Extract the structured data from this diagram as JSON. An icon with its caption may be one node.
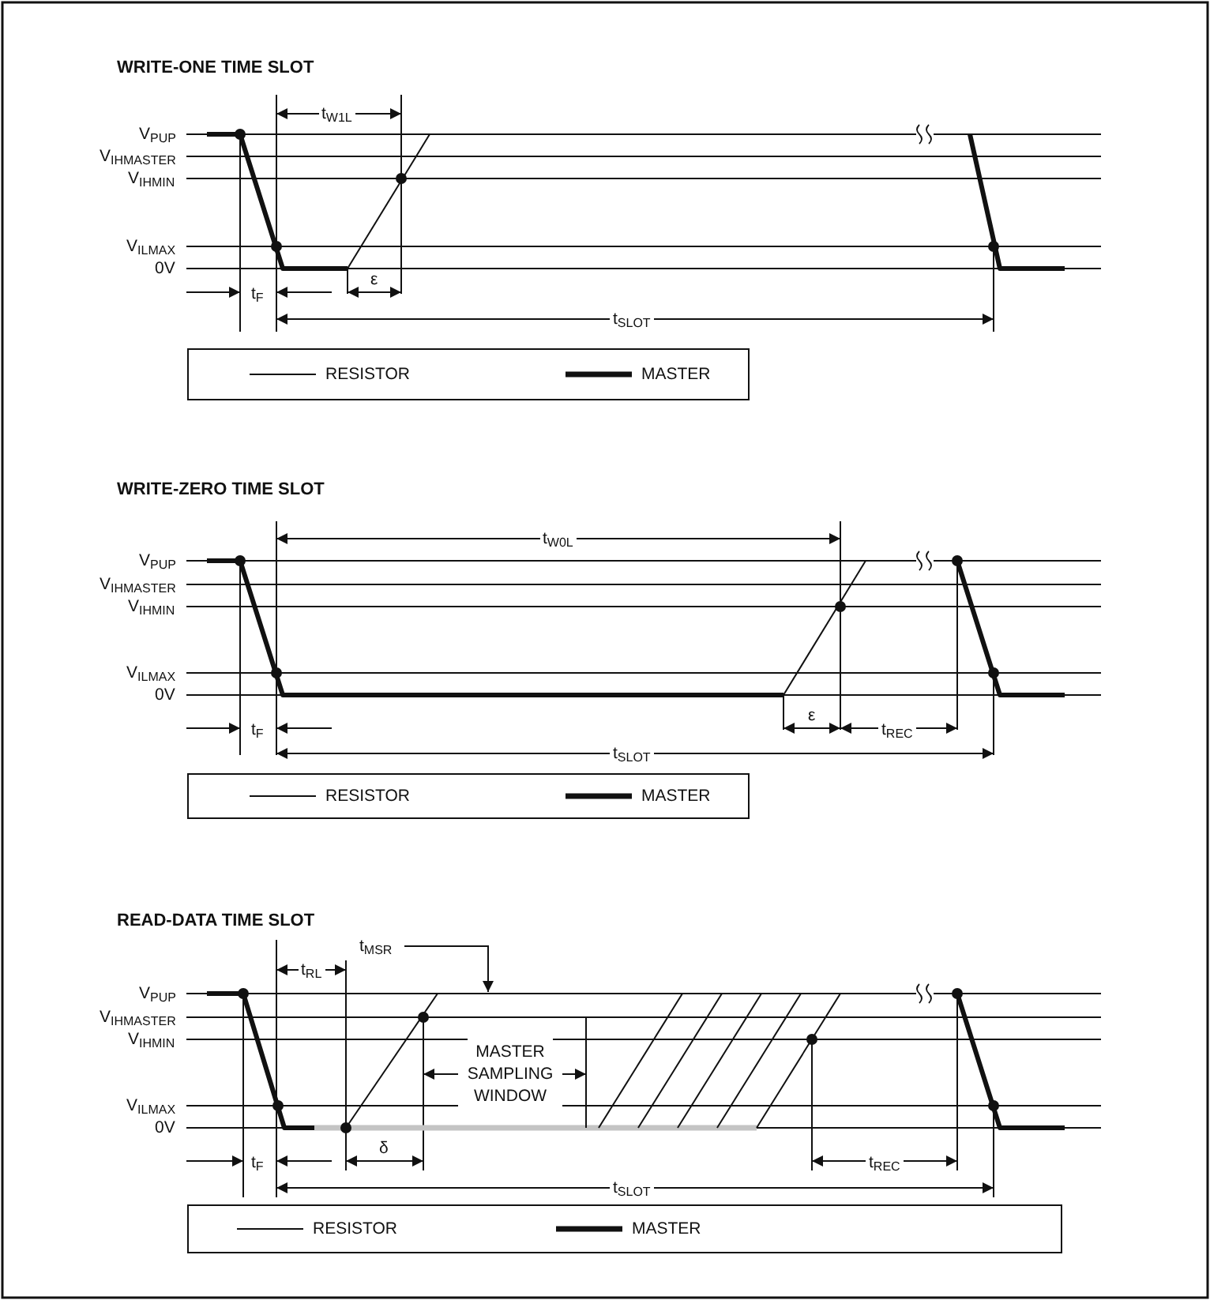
{
  "diagram": {
    "labels": [
      "WRITE-ONE TIME SLOT",
      "t$_{W1L}$",
      "V$_{PUP}$",
      "V$_{IHMASTER}$",
      "V$_{IHMIN}$",
      "V$_{ILMAX}$",
      "0V",
      "t$_{F}$",
      "ε",
      "t$_{SLOT}$",
      "WRITE-ZERO TIME SLOT",
      "t$_{W0L}$",
      "V$_{PUP}$",
      "V$_{IHMASTER}$",
      "V$_{IHMIN}$",
      "V$_{ILMAX}$",
      "0V",
      "t$_{F}$",
      "ε",
      "t$_{REC}$",
      "t$_{SLOT}$",
      "READ-DATA TIME SLOT",
      "t$_{MSR}$",
      "t$_{RL}$",
      "V$_{PUP}$",
      "V$_{IHMASTER}$",
      "V$_{IHMIN}$",
      "V$_{ILMAX}$",
      "0V",
      "MASTER SAMPLING WINDOW",
      "t$_{F}$",
      "δ",
      "t$_{REC}$",
      "t$_{SLOT}$"
    ],
    "legend": [
      {
        "text": "RESISTOR"
      },
      {
        "text": "MASTER"
      },
      {
        "text": "RESISTOR"
      },
      {
        "text": "MASTER"
      },
      {
        "text": "RESISTOR"
      },
      {
        "text": "MASTER"
      }
    ]
  }
}
